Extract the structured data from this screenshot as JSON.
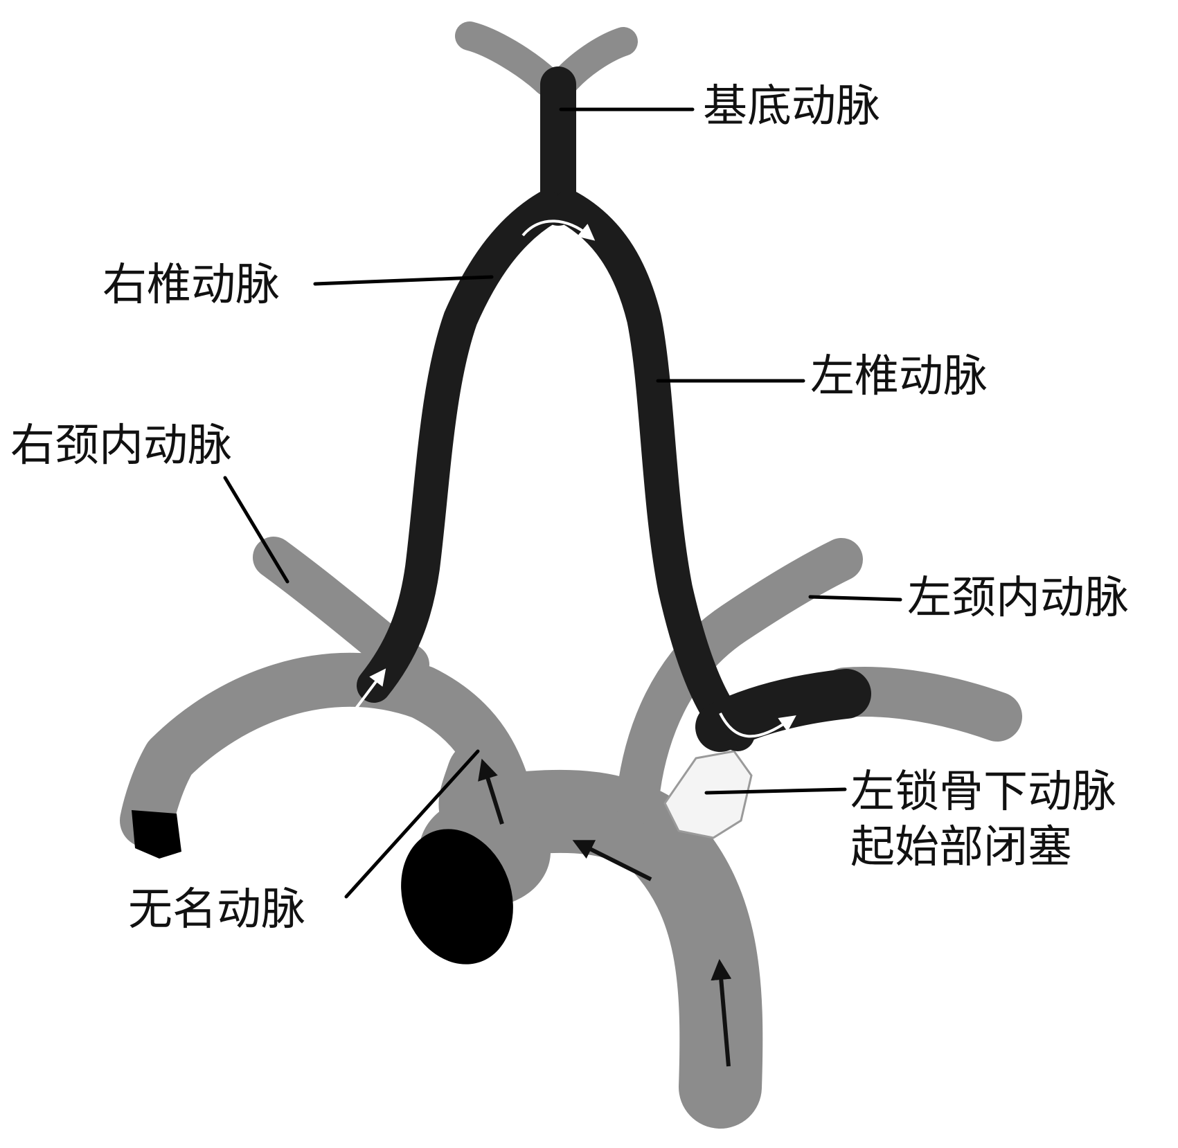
{
  "colors": {
    "background": "#ffffff",
    "patent_vessel": "#8c8c8c",
    "reversed_flow_vessel": "#1c1c1c",
    "occlusion": "#f4f4f4",
    "label_text": "#111111"
  },
  "labels": {
    "basilar": "基底动脉",
    "right_vertebral": "右椎动脉",
    "left_vertebral": "左椎动脉",
    "right_internal_carotid": "右颈内动脉",
    "left_internal_carotid": "左颈内动脉",
    "innominate": "无名动脉",
    "left_subclavian_occlusion_line1": "左锁骨下动脉",
    "left_subclavian_occlusion_line2": "起始部闭塞"
  }
}
